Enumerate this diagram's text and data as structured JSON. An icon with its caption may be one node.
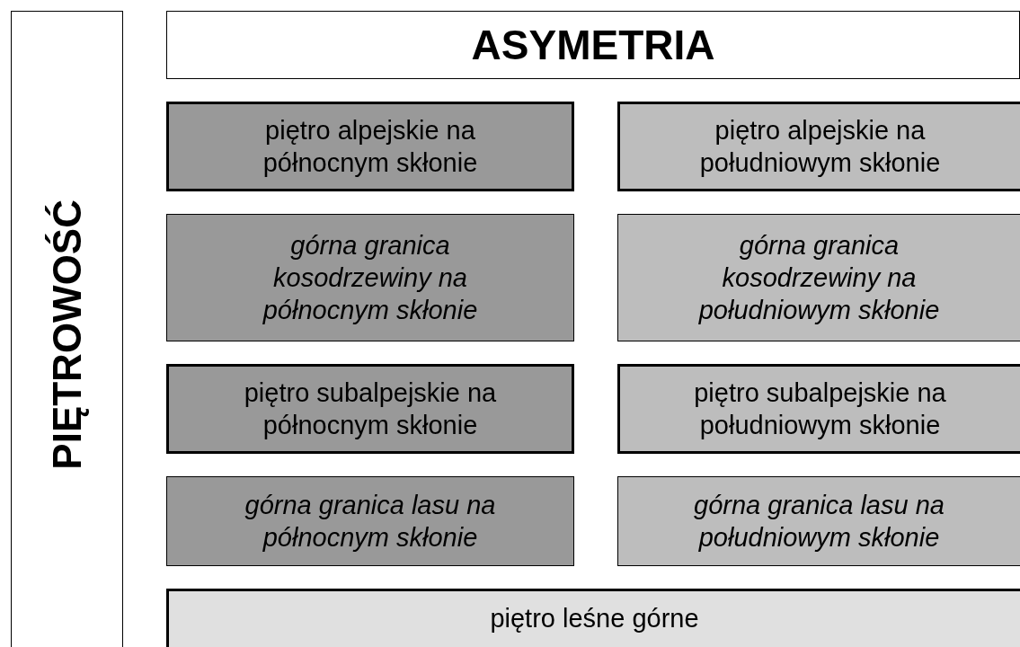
{
  "diagram": {
    "nodes": [
      {
        "text": [
          "PIĘTROWOŚĆ"
        ]
      },
      {
        "text": [
          "ASYMETRIA"
        ]
      },
      {
        "text": [
          "piętro alpejskie na północnym skłonie"
        ]
      },
      {
        "text": [
          "piętro alpejskie na południowym skłonie"
        ]
      },
      {
        "text": [
          "górna granica kosodrzewiny na północnym skłonie"
        ]
      },
      {
        "text": [
          "górna granica kosodrzewiny na południowym skłonie"
        ]
      },
      {
        "text": [
          "piętro subalpejskie na północnym skłonie"
        ]
      },
      {
        "text": [
          "piętro subalpejskie na południowym skłonie"
        ]
      },
      {
        "text": [
          "górna granica lasu na północnym skłonie"
        ]
      },
      {
        "text": [
          "górna granica lasu na południowym skłonie"
        ]
      },
      {
        "text": [
          "piętro leśne górne"
        ]
      }
    ]
  }
}
